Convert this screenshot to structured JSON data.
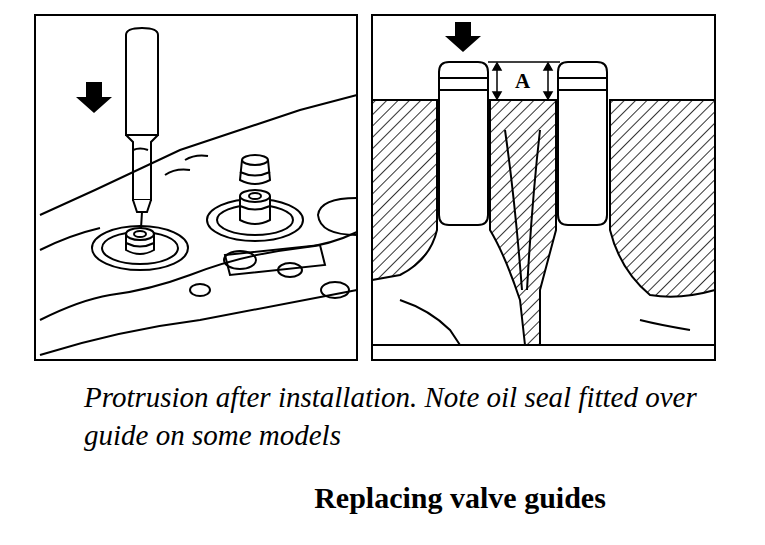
{
  "diagram": {
    "title": "Replacing valve guides",
    "caption": "Protrusion after installation. Note oil seal fitted over guide on some models",
    "labels": [
      "A"
    ]
  }
}
